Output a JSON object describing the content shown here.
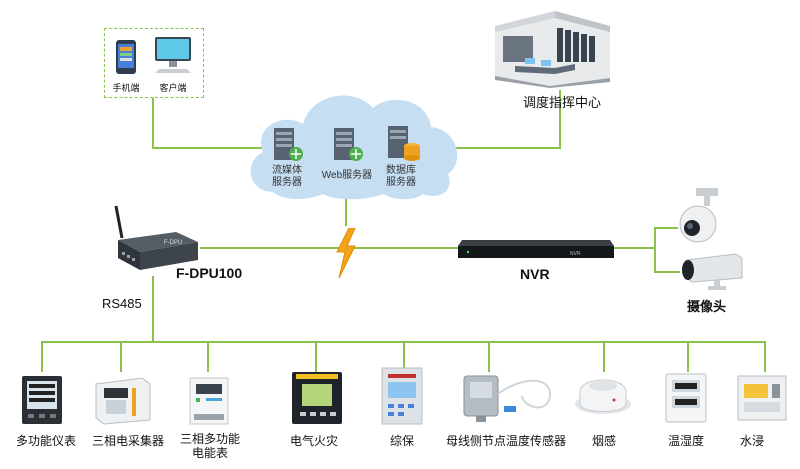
{
  "clients": {
    "mobile_label": "手机端",
    "desktop_label": "客户端"
  },
  "control_center": {
    "label": "调度指挥中心"
  },
  "cloud": {
    "servers": [
      {
        "line1": "流媒体",
        "line2": "服务器"
      },
      {
        "line1": "Web服务器",
        "line2": ""
      },
      {
        "line1": "数据库",
        "line2": "服务器"
      }
    ]
  },
  "gateway": {
    "label": "F-DPU100",
    "bus_label": "RS485"
  },
  "nvr": {
    "label": "NVR",
    "device_text": "NVR"
  },
  "camera": {
    "label": "摄像头"
  },
  "devices": [
    {
      "label": "多功能仪表",
      "icon": "power-meter-icon"
    },
    {
      "label": "三相电采集器",
      "icon": "energy-collector-icon"
    },
    {
      "label": "三相多功能",
      "label2": "电能表",
      "icon": "energy-meter-icon"
    },
    {
      "label": "电气火灾",
      "icon": "fire-monitor-icon"
    },
    {
      "label": "综保",
      "icon": "protection-relay-icon"
    },
    {
      "label": "母线侧节点温度传感器",
      "icon": "temperature-sensor-icon"
    },
    {
      "label": "烟感",
      "icon": "smoke-detector-icon"
    },
    {
      "label": "温湿度",
      "icon": "humidity-sensor-icon"
    },
    {
      "label": "水浸",
      "icon": "water-sensor-icon"
    }
  ],
  "colors": {
    "line": "#8bc34a",
    "cloud": "#c6def2",
    "lightning": "#f3a41a"
  }
}
